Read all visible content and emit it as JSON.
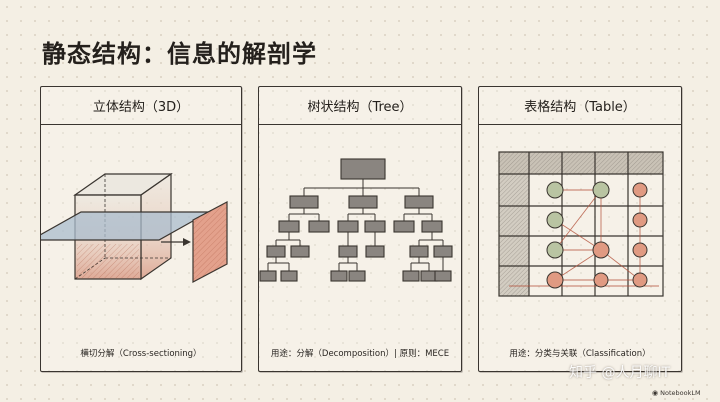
{
  "slide": {
    "title": "静态结构：信息的解剖学"
  },
  "cards": [
    {
      "title": "立体结构（3D）",
      "caption": "横切分解（Cross-sectioning）"
    },
    {
      "title": "树状结构（Tree）",
      "caption": "用途：分解（Decomposition）| 原则：MECE"
    },
    {
      "title": "表格结构（Table）",
      "caption": "用途：分类与关联（Classification）"
    }
  ],
  "footer": {
    "watermark": "知乎 @人月聊IT",
    "brand": "NotebookLM",
    "brand_icon": "notebook-logo-icon"
  },
  "colors": {
    "background": "#f4efe4",
    "ink": "#3a3530",
    "slice_blue": "#a9bccd",
    "cut_red": "#d98b76",
    "node_green": "#b9c4a2",
    "node_red": "#e09a82",
    "tree_gray": "#8a8580"
  }
}
